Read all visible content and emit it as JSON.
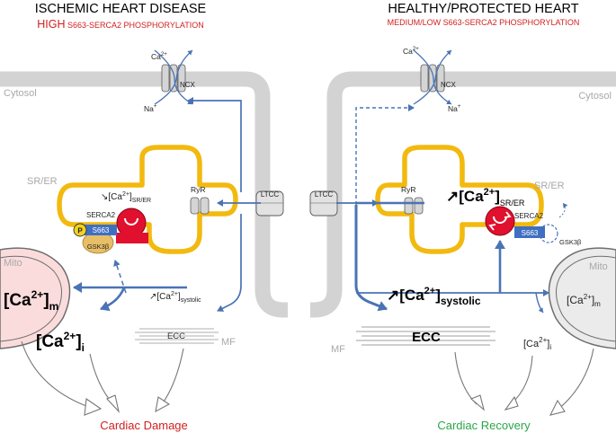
{
  "left": {
    "title": "ISCHEMIC HEART DISEASE",
    "subtitle_big": "HIGH",
    "subtitle_rest": " S663-SERCA2 PHOSPHORYLATION",
    "outcome": "Cardiac Damage"
  },
  "right": {
    "title": "HEALTHY/PROTECTED HEART",
    "subtitle": "MEDIUM/LOW S663-SERCA2 PHOSPHORYLATION",
    "outcome": "Cardiac Recovery"
  },
  "labels": {
    "cytosol": "Cytosol",
    "sr_er": "SR/ER",
    "mito": "Mito",
    "mf": "MF",
    "ncx": "NCX",
    "ryr": "RyR",
    "ltcc": "LTCC",
    "serca2": "SERCA2",
    "s663": "S663",
    "gsk3b": "GSK3β",
    "ecc": "ECC",
    "phospho": "P",
    "ca": "Ca",
    "ca_sup": "2+",
    "na": "Na",
    "na_sup": "+",
    "ca_bracket": "[Ca",
    "ca_bracket_sup": "2+",
    "ca_bracket_close": "]",
    "sub_sr_er": "SR/ER",
    "sub_systolic": "systolic",
    "sub_m": "m",
    "sub_i": "i",
    "arrow_up": "↗",
    "arrow_down": "↘"
  },
  "colors": {
    "membrane": "#d3d3d3",
    "sr_membrane": "#f2b90f",
    "arrow": "#4a73b5",
    "serca": "#e0102e",
    "s663": "#3f6fc2",
    "gsk3b": "#e8be66",
    "phospho": "#f3d21d",
    "damage": "#d11f1f",
    "recovery": "#2aa64a",
    "mito_left": "#fbdcdc",
    "mito_right": "#ebebeb",
    "label_gray": "#a8a8a8"
  }
}
